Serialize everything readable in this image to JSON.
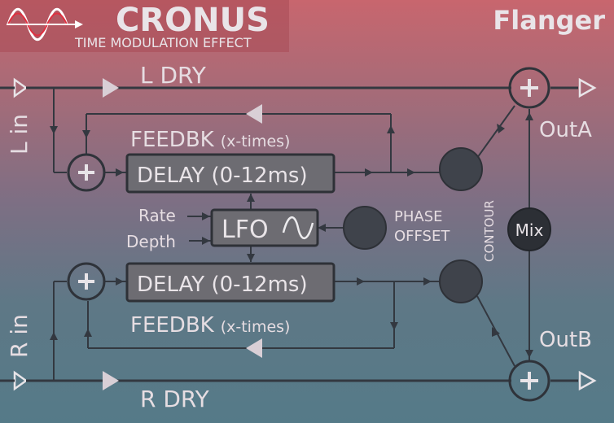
{
  "brand": {
    "title": "CRONUS",
    "subtitle": "TIME MODULATION EFFECT",
    "logo_icon": "sine-wave-logo-icon"
  },
  "effect_name": "Flanger",
  "labels": {
    "left_in": "L in",
    "right_in": "R in",
    "left_dry": "L DRY",
    "right_dry": "R DRY",
    "feedback_main": "FEEDBK",
    "feedback_suffix": "(x-times)",
    "delay": "DELAY (0-12ms)",
    "lfo": "LFO",
    "lfo_icon": "sine-wave-icon",
    "rate": "Rate",
    "depth": "Depth",
    "phase_offset_line1": "PHASE",
    "phase_offset_line2": "OFFSET",
    "contour": "CONTOUR",
    "mix": "Mix",
    "out_a": "OutA",
    "out_b": "OutB",
    "sum_symbol": "+"
  },
  "colors": {
    "background_top": "#c8666e",
    "background_bottom": "#557a88",
    "wire": "#333840",
    "knob": "#3f434b",
    "brand_bg": "#a84a55"
  }
}
